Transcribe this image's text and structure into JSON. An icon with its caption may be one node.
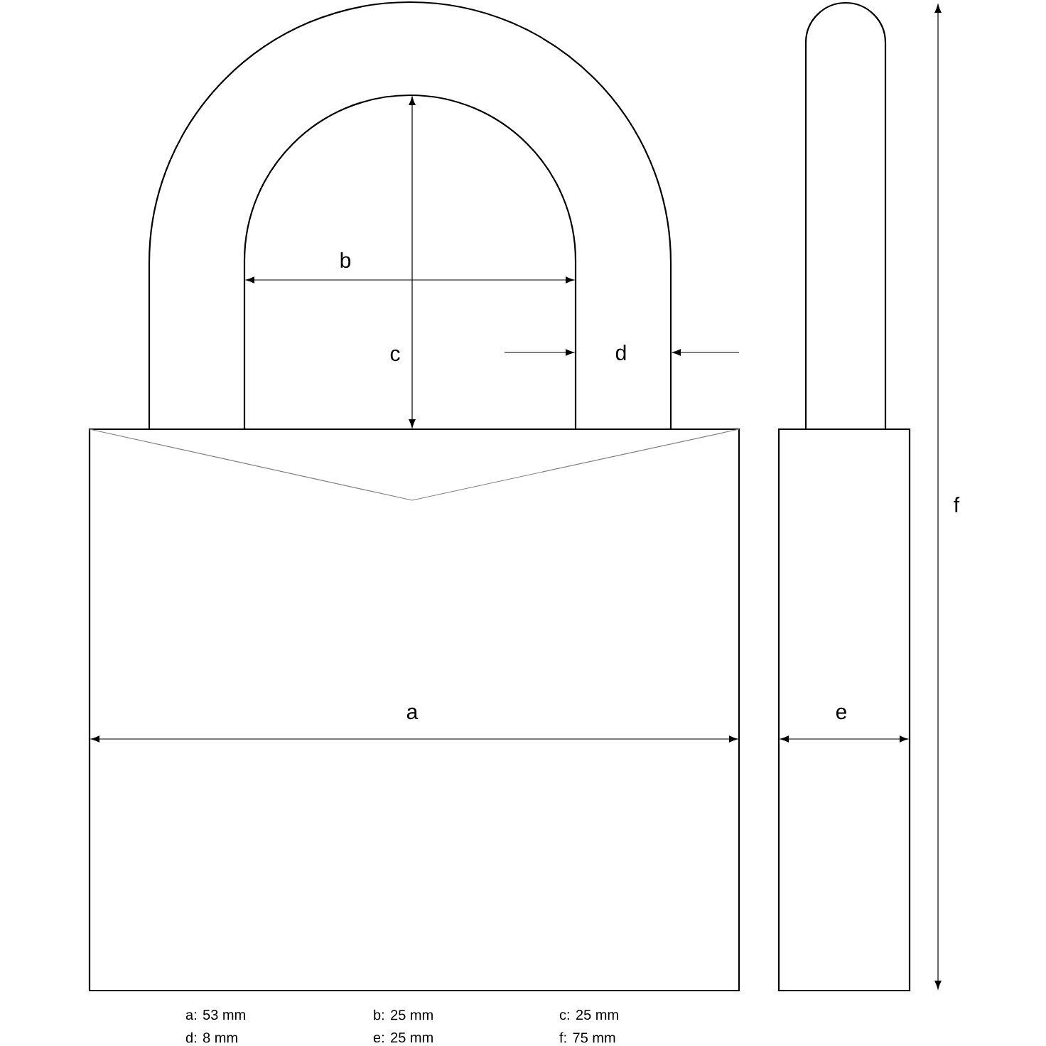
{
  "diagram": {
    "labels": [
      "b",
      "c",
      "d",
      "f",
      "a",
      "e",
      "a: 53 mm",
      "b: 25 mm",
      "c: 25 mm",
      "d: 8 mm",
      "e: 25 mm",
      "f: 75 mm"
    ]
  }
}
